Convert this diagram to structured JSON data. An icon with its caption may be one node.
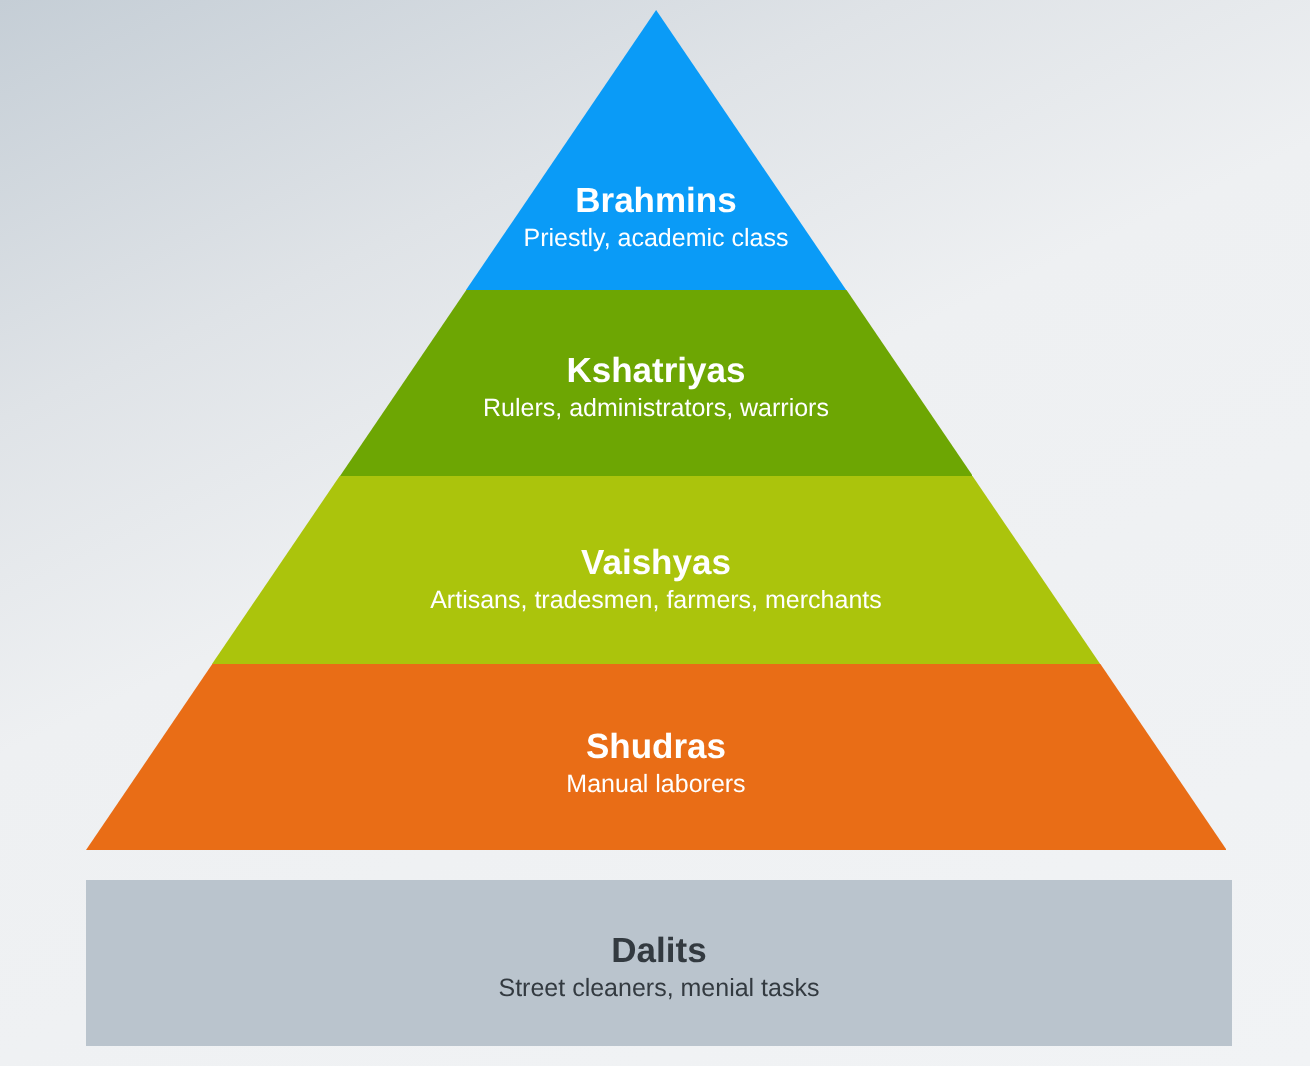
{
  "diagram": {
    "nodes": [
      {
        "text": [
          "Brahmins",
          "Priestly, academic class"
        ]
      },
      {
        "text": [
          "Kshatriyas",
          "Rulers, administrators, warriors"
        ]
      },
      {
        "text": [
          "Vaishyas",
          "Artisans, tradesmen, farmers, merchants"
        ]
      },
      {
        "text": [
          "Shudras",
          "Manual laborers"
        ]
      },
      {
        "text": [
          "Dalits",
          "Street cleaners, menial tasks"
        ]
      }
    ],
    "edges": []
  }
}
